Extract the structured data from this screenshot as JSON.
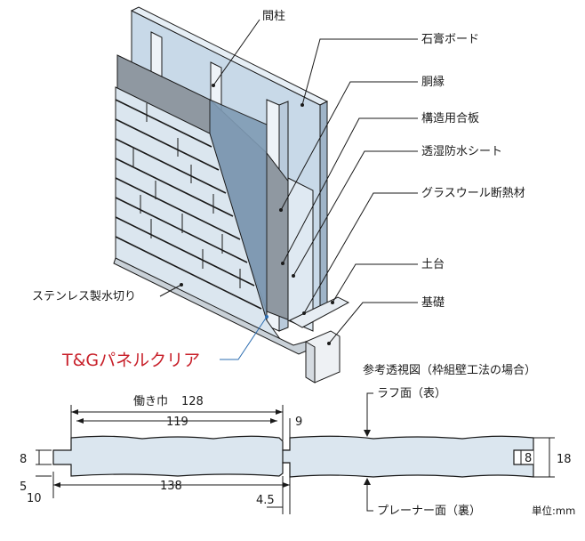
{
  "perspective": {
    "callouts": {
      "stud": "間柱",
      "gypsum_board": "石膏ボード",
      "furring": "胴縁",
      "structural_plywood": "構造用合板",
      "breathable_sheet": "透湿防水シート",
      "glass_wool": "グラスウール断熱材",
      "sill": "土台",
      "foundation": "基礎",
      "drip_flashing": "ステンレス製水切り"
    },
    "product_name": "T&Gパネルクリア",
    "caption": "参考透視図（枠組壁工法の場合）"
  },
  "section": {
    "effective_width": "働き巾",
    "dim_128": "128",
    "dim_119": "119",
    "dim_9": "9",
    "dim_138": "138",
    "dim_4_5": "4.5",
    "dim_10": "10",
    "dim_5": "5",
    "dim_8_left": "8",
    "dim_8_right": "8",
    "dim_18": "18",
    "rough_face": "ラフ面（表）",
    "planed_face": "プレーナー面（裏）",
    "unit": "単位:mm"
  },
  "colors": {
    "wall_face": "#c8d9e8",
    "wall_dark": "#7f9bb5",
    "sheet": "#9aa3ab",
    "panel": "#dbe6ef",
    "line": "#1a1a1a",
    "leader": "#2b6cb0",
    "accent_red": "#c8202a"
  }
}
